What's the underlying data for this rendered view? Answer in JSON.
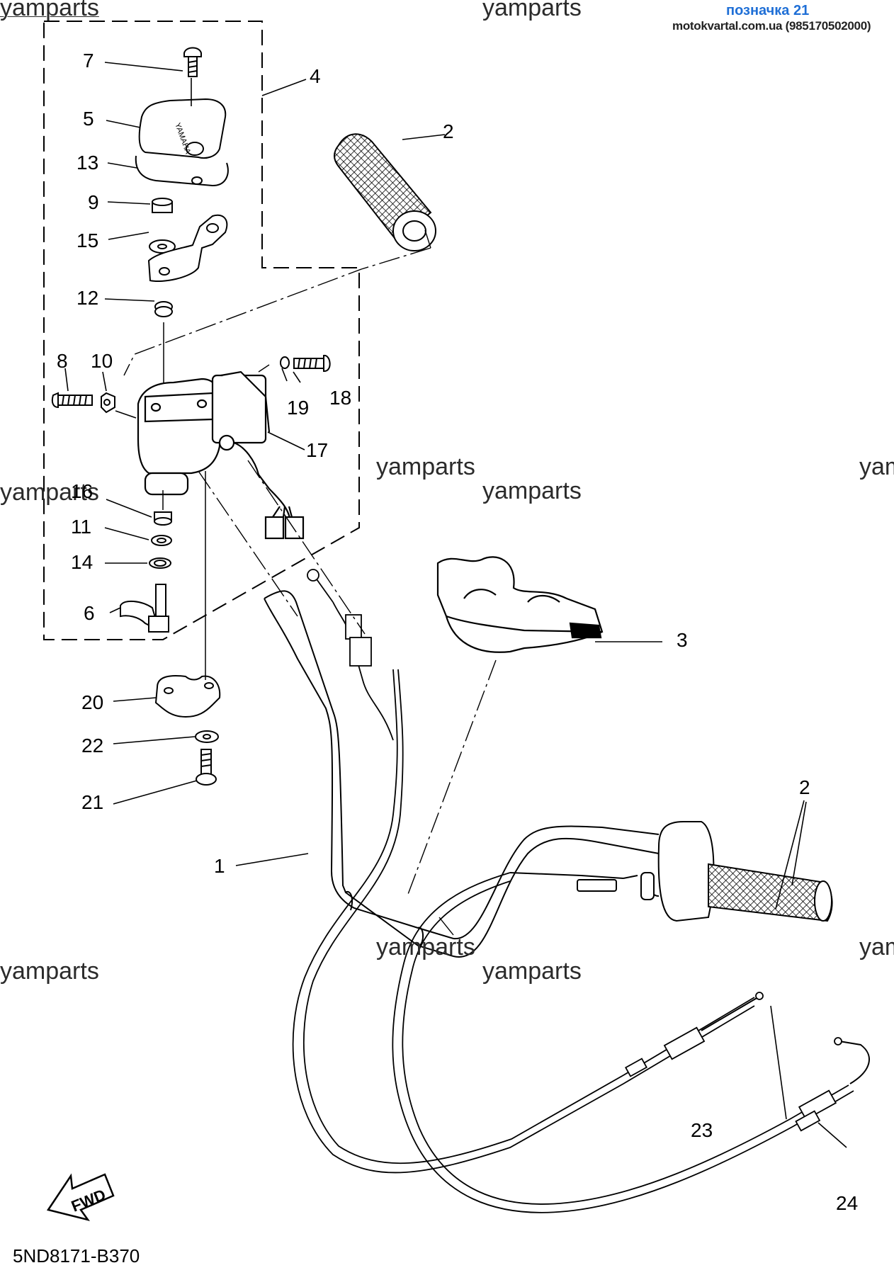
{
  "header": {
    "title": "позначка 21",
    "source": "motokvartal.com.ua (985170502000)"
  },
  "diagram_code": "5ND8171-B370",
  "watermark": "yamparts",
  "fwd_label": "FWD",
  "brand_on_cover": "YAMAHA",
  "callouts": {
    "c1": "1",
    "c2a": "2",
    "c2b": "2",
    "c3": "3",
    "c4": "4",
    "c5": "5",
    "c6": "6",
    "c7": "7",
    "c8": "8",
    "c9": "9",
    "c10": "10",
    "c11": "11",
    "c12": "12",
    "c13": "13",
    "c14": "14",
    "c15": "15",
    "c16": "16",
    "c17": "17",
    "c18": "18",
    "c19": "19",
    "c20": "20",
    "c21": "21",
    "c22": "22",
    "c23": "23",
    "c24": "24"
  }
}
